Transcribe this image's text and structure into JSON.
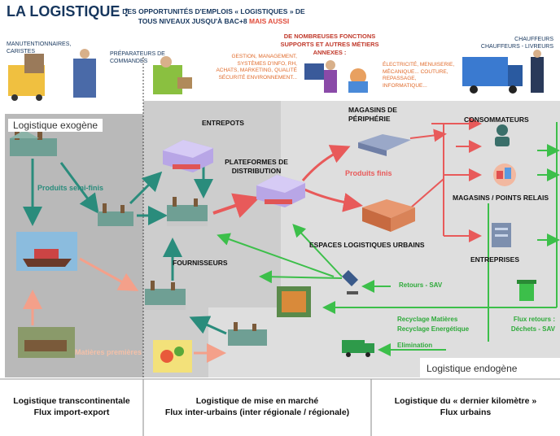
{
  "header": {
    "title": "LA LOGISTIQUE :",
    "subtitle_main": "DES OPPORTUNITÉS D'EMPLOIS « LOGISTIQUES » DE TOUS NIVEAUX JUSQU'À BAC+8",
    "subtitle_accent": "MAIS AUSSI"
  },
  "jobs": {
    "manutentionnaires": "MANUTENTIONNAIRES, CARISTES",
    "preparateurs": "PRÉPARATEURS DE COMMANDES",
    "fonctions": "GESTION, MANAGEMENT, SYSTÈMES D'INFO, RH, ACHATS, MARKETING, QUALITÉ SÉCURITÉ ENVIRONNEMENT...",
    "nombreuses": "DE NOMBREUSES FONCTIONS SUPPORTS ET AUTRES MÉTIERS ANNEXES :",
    "metiers": "ÉLECTRICITÉ, MENUISERIE, MÉCANIQUE... COUTURE, REPASSAGE, INFORMATIQUE...",
    "chauffeurs": "CHAUFFEURS CHAUFFEURS - LIVREURS"
  },
  "regions": {
    "exogene": "Logistique exogène",
    "endogene": "Logistique endogène"
  },
  "nodes": {
    "entrepots": "ENTREPOTS",
    "plateformes": "PLATEFORMES DE DISTRIBUTION",
    "magasins_peripherie": "MAGASINS DE PÉRIPHÉRIE",
    "consommateurs": "CONSOMMATEURS",
    "magasins_relais": "MAGASINS / POINTS RELAIS",
    "entreprises": "ENTREPRISES",
    "espaces": "ESPACES LOGISTIQUES URBAINS",
    "fournisseurs": "FOURNISSEURS"
  },
  "flows": {
    "produits_semi_finis": "Produits semi-finis",
    "produits_finis": "Produits finis",
    "matieres_premieres": "Matières premières",
    "retours_sav": "Retours - SAV",
    "recyclage_matieres": "Recyclage Matières",
    "recyclage_energetique": "Recyclage Energétique",
    "elimination": "Elimination",
    "flux_retours": "Flux retours :",
    "dechets_sav": "Déchets - SAV"
  },
  "footer": {
    "col1_line1": "Logistique transcontinentale",
    "col1_line2": "Flux import-export",
    "col2_line1": "Logistique de mise en marché",
    "col2_line2": "Flux inter-urbains (inter régionale / régionale)",
    "col3_line1": "Logistique du « dernier kilomètre »",
    "col3_line2": "Flux urbains"
  },
  "colors": {
    "teal_arrow": "#2a8c7c",
    "red_arrow": "#e85a5a",
    "green_arrow": "#3cbf4a",
    "salmon_arrow": "#f4a08a",
    "grey_dark": "#b7b7b7",
    "grey_mid": "#d2d2d2",
    "grey_light": "#e4e4e4"
  }
}
